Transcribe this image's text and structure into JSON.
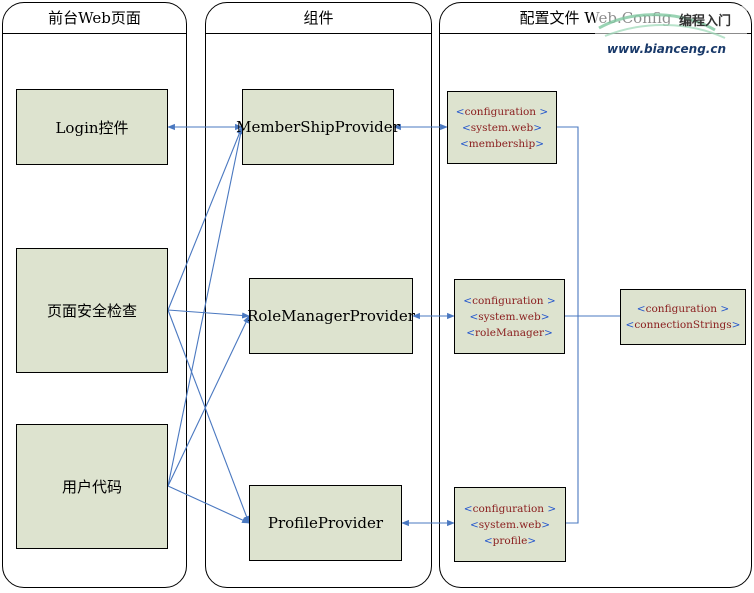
{
  "lanes": {
    "frontend": "前台Web页面",
    "components": "组件",
    "config": "配置文件 Web.Config"
  },
  "frontend_boxes": {
    "login": "Login控件",
    "page_security": "页面安全检查",
    "user_code": "用户代码"
  },
  "providers": {
    "membership": "MemberShipProvider",
    "role_manager": "RoleManagerProvider",
    "profile": "ProfileProvider"
  },
  "configs": {
    "membership": [
      "<configuration >",
      "<system.web>",
      "<membership>"
    ],
    "role_manager": [
      "<configuration >",
      "<system.web>",
      "<roleManager>"
    ],
    "profile": [
      "<configuration >",
      "<system.web>",
      "<profile>"
    ],
    "connection": [
      "<configuration >",
      "<connectionStrings>"
    ]
  },
  "watermark": {
    "brand": "编程入门",
    "url": "www.bianceng.cn"
  },
  "colors": {
    "box_fill": "#dde3cf",
    "connector": "#4a78c0",
    "config_text": "#8b2020",
    "config_bracket": "#2255cc"
  }
}
